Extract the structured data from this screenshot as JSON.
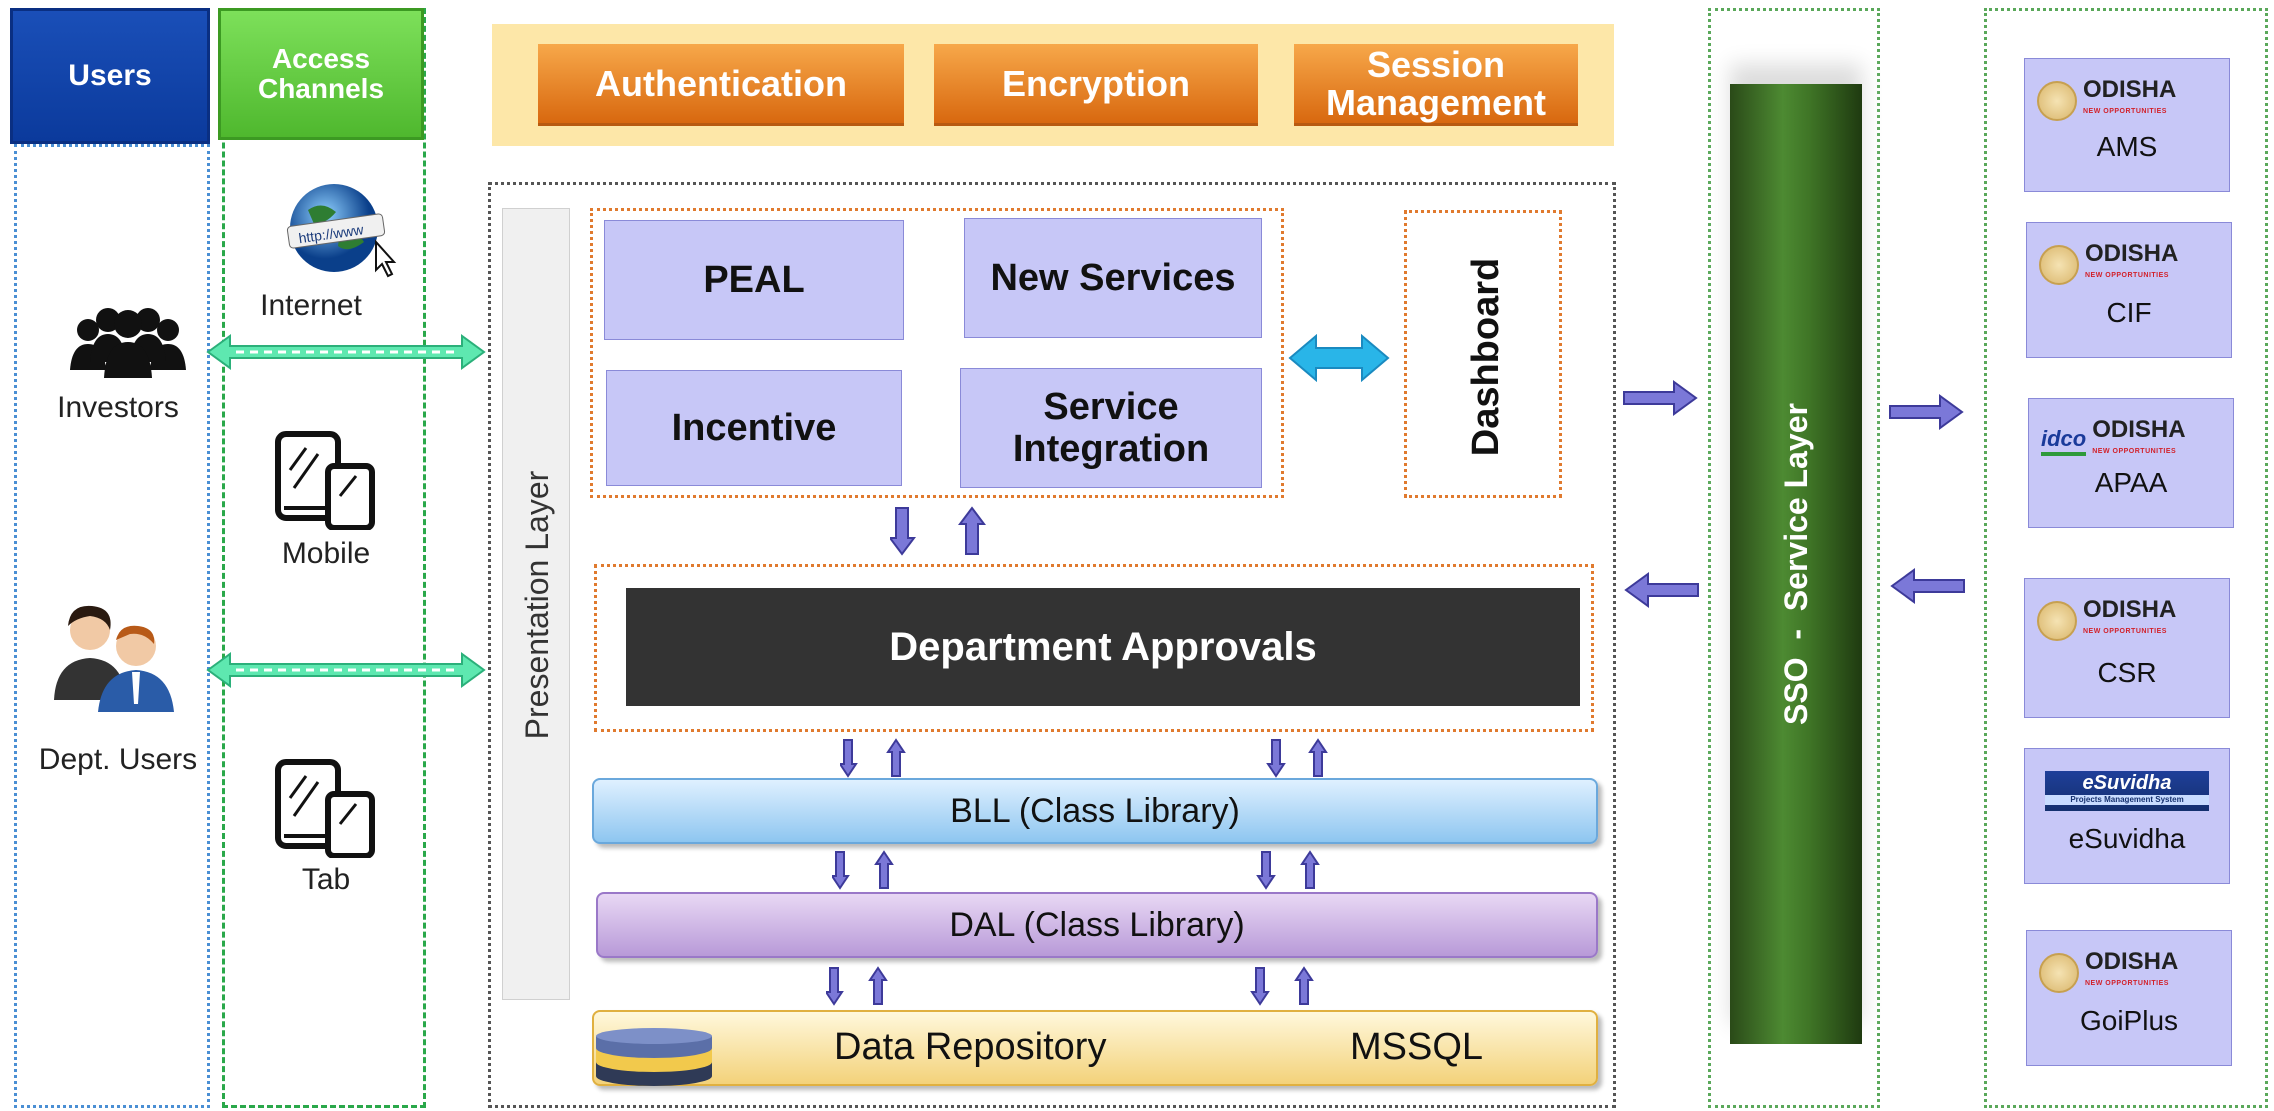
{
  "columns": {
    "users_header": "Users",
    "access_header": "Access Channels"
  },
  "users": [
    {
      "label": "Investors",
      "icon": "group-icon"
    },
    {
      "label": "Dept. Users",
      "icon": "person-icon"
    }
  ],
  "channels": [
    {
      "label": "Internet",
      "icon": "globe-icon"
    },
    {
      "label": "Mobile",
      "icon": "mobile-device-icon"
    },
    {
      "label": "Tab",
      "icon": "tablet-device-icon"
    }
  ],
  "security": [
    "Authentication",
    "Encryption",
    "Session Management"
  ],
  "presentation_layer": "Presentation Layer",
  "modules": [
    "PEAL",
    "New Services",
    "Incentive",
    "Service Integration"
  ],
  "dashboard": "Dashboard",
  "department_approvals": "Department Approvals",
  "bll": "BLL (Class Library)",
  "dal": "DAL (Class Library)",
  "repository": {
    "label": "Data Repository",
    "db": "MSSQL"
  },
  "service_layer": "SSO  -  Service Layer",
  "external_systems": [
    {
      "name": "AMS",
      "logo": "ODISHA"
    },
    {
      "name": "CIF",
      "logo": "ODISHA"
    },
    {
      "name": "APAA",
      "logo": "ODISHA",
      "partner": "idco"
    },
    {
      "name": "CSR",
      "logo": "ODISHA"
    },
    {
      "name": "eSuvidha",
      "logo": "eSuvidha",
      "logo_sub": "Projects Management System"
    },
    {
      "name": "GoiPlus",
      "logo": "ODISHA"
    }
  ],
  "logo_tagline": "NEW OPPORTUNITIES",
  "colors": {
    "users_blue": "#0b3a9c",
    "access_green": "#4fb82e",
    "security_orange": "#e07a1e",
    "module_lavender": "#c7c7f7",
    "arrow_purple": "#7b78d8",
    "arrow_cyan": "#29b5e8",
    "arrow_mint": "#5ee8b0",
    "sso_green": "#3f7526"
  }
}
